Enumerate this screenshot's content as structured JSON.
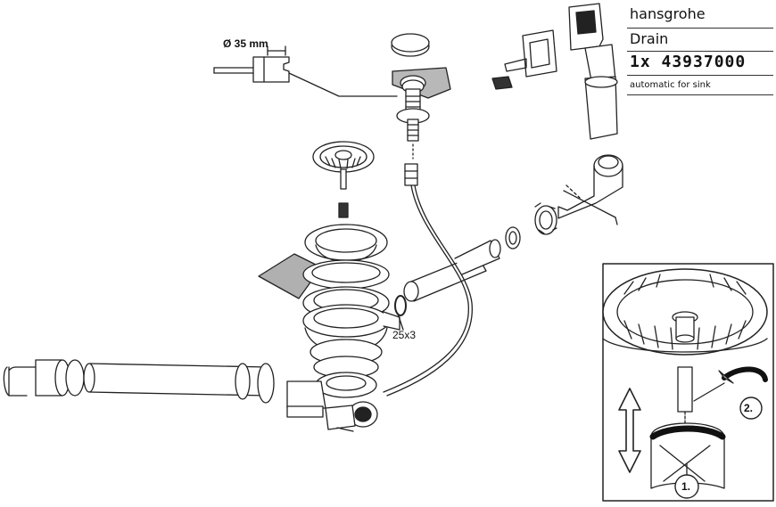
{
  "header": {
    "brand": "hansgrohe",
    "product": "Drain",
    "quantity_code": "1x 43937000",
    "description": "automatic for sink"
  },
  "labels": {
    "diameter": "Ø 35 mm",
    "oring": "25x3",
    "step1": "1.",
    "step2": "2."
  }
}
